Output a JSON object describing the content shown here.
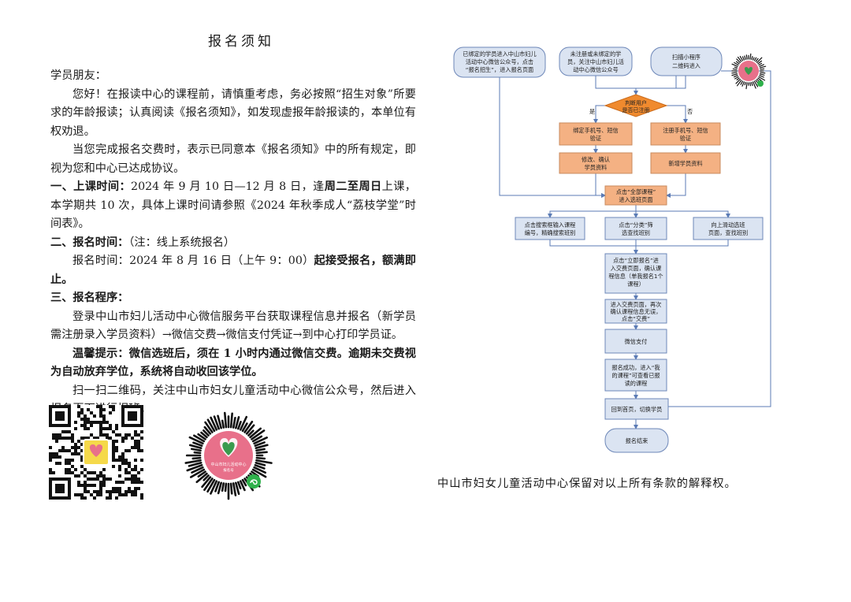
{
  "left": {
    "title": "报名须知",
    "greeting": "学员朋友：",
    "para1": "您好！在报读中心的课程前，请慎重考虑，务必按照“招生对象”所要求的年龄报读；认真阅读《报名须知》，如发现虚报年龄报读的，本单位有权劝退。",
    "para2": "当您完成报名交费时，表示已同意本《报名须知》中的所有规定，即视为您和中心已达成协议。",
    "sec1_label": "一、上课时间：",
    "sec1_bold": "2024 年 9 月 10 日—12 月 8 日，",
    "sec1_mid": "逢",
    "sec1_bold2": "周二至周日",
    "sec1_rest": "上课，本学期共 10 次，具体上课时间请参照《2024 年秋季成人“荔枝学堂”时间表》。",
    "sec2_label": "二、报名时间：",
    "sec2_note": "（注：线上系统报名）",
    "sec2_detail_a": "报名时间：2024 年 8 月 16 日（上午 9：00）",
    "sec2_detail_b": "起接受报名，额满即止。",
    "sec3_label": "三、报名程序：",
    "sec3_text": "登录中山市妇儿活动中心微信服务平台获取课程信息并报名（新学员需注册录入学员资料）→微信交费→微信支付凭证→到中心打印学员证。",
    "tip_label": "温馨提示：",
    "tip_text": "微信选班后，须在 1 小时内通过微信交费。逾期未交费视为自动放弃学位，系统将自动收回该学位。",
    "scan_text": "扫一扫二维码，关注中山市妇女儿童活动中心微信公众号，然后进入报名页面进行报班。"
  },
  "qr": {
    "miniprogram_label_1": "中山市妇儿活动中心",
    "miniprogram_label_2": "报名号"
  },
  "flow": {
    "start_a": [
      "已绑定的学员进入中山市妇儿",
      "活动中心微信公众号，点击",
      "“报名招生”，进入报名页面"
    ],
    "start_b": [
      "未注册或未绑定的学",
      "员，关注中山市妇儿活",
      "动中心微信公众号"
    ],
    "start_c": [
      "扫描小程序",
      "二维码进入"
    ],
    "decision": [
      "判断用户",
      "是否已注册"
    ],
    "yes": "是",
    "no": "否",
    "bind": [
      "绑定手机号、短信",
      "验证"
    ],
    "register": [
      "注册手机号、短信",
      "验证"
    ],
    "modify": [
      "修改、确认",
      "学员资料"
    ],
    "add": [
      "新增学员资料"
    ],
    "all_courses": [
      "点击“全部课程”",
      "进入选班页面"
    ],
    "opt_search": [
      "点击搜索框输入课程",
      "编号，精确搜索班别"
    ],
    "opt_filter": [
      "点击“分类”筛",
      "选查找班别"
    ],
    "opt_scroll": [
      "向上滑动选班",
      "页面，查找班别"
    ],
    "enroll": [
      "点击“立即报名”进",
      "入交费页面，确认课",
      "程信息（单我报名1个",
      "课程）"
    ],
    "pay_page": [
      "进入交费页面，再次",
      "确认课程信息无误，",
      "点击“交费”"
    ],
    "wechat_pay": [
      "微信支付"
    ],
    "success": [
      "报名成功，进入“我",
      "的课程”可查看已报",
      "读的课程"
    ],
    "back_home": [
      "回到首页，切换学员"
    ],
    "end": [
      "报名结束"
    ]
  },
  "footer": "中山市妇女儿童活动中心保留对以上所有条款的解释权。",
  "colors": {
    "node_blue": "#dbe4f2",
    "node_orange": "#f4b183",
    "decision": "#f08a2e",
    "line": "#5b7bb5",
    "logo_pink": "#e8708a"
  }
}
